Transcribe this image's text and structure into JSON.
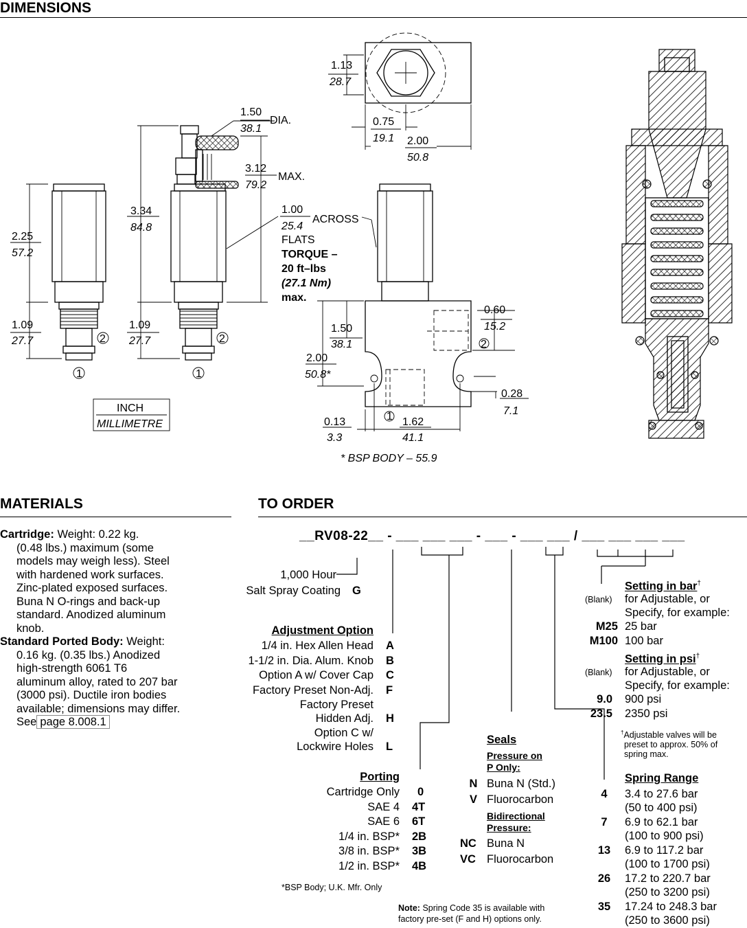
{
  "sections": {
    "dimensions": "DIMENSIONS",
    "materials": "MATERIALS",
    "to_order": "TO ORDER"
  },
  "drawing": {
    "d_113": "1.13",
    "d_287": "28.7",
    "d_150dia": "1.50",
    "d_381dia": "38.1",
    "dia": "DIA.",
    "d_075": "0.75",
    "d_191": "19.1",
    "d_200t": "2.00",
    "d_508t": "50.8",
    "d_312": "3.12",
    "d_792": "79.2",
    "max": "MAX.",
    "d_334": "3.34",
    "d_848": "84.8",
    "d_100": "1.00",
    "d_254": "25.4",
    "across": "ACROSS",
    "flats": "FLATS",
    "torque1": "TORQUE –",
    "torque2": "20 ft–lbs",
    "torque3": "(27.1 Nm)",
    "torque4": "max.",
    "d_225": "2.25",
    "d_572": "57.2",
    "d_109a": "1.09",
    "d_277a": "27.7",
    "d_109b": "1.09",
    "d_277b": "27.7",
    "d_060": "0.60",
    "d_152": "15.2",
    "d_150b": "1.50",
    "d_381b": "38.1",
    "d_200b": "2.00",
    "d_508b": "50.8*",
    "d_028": "0.28",
    "d_71": "7.1",
    "d_013": "0.13",
    "d_33": "3.3",
    "d_162": "1.62",
    "d_411": "41.1",
    "bsp_note": "* BSP BODY – 55.9",
    "port1": "1",
    "port2": "2",
    "unit_inch": "INCH",
    "unit_mm": "MILLIMETRE"
  },
  "materials": {
    "cartridge_label": "Cartridge:",
    "cartridge_lines": [
      "Weight: 0.22 kg.",
      "(0.48 lbs.) maximum (some",
      "models may weigh less). Steel",
      "with hardened work surfaces.",
      "Zinc-plated exposed surfaces.",
      "Buna N O-rings and back-up",
      "standard. Anodized aluminum",
      "knob."
    ],
    "body_label": "Standard Ported Body:",
    "body_lines": [
      "Weight:",
      "0.16 kg. (0.35 lbs.) Anodized",
      "high-strength 6061 T6",
      "aluminum alloy, rated to 207 bar",
      "(3000 psi). Ductile iron bodies",
      "available; dimensions may differ."
    ],
    "see": "See",
    "page_link": "page 8.008.1"
  },
  "order": {
    "model": "__RV08-22__ - ___ ___ ___ - ___ - ___ ___ / ___ ___ ___ ___",
    "salt1": "1,000 Hour",
    "salt2": "Salt Spray Coating",
    "salt_code": "G",
    "adjust_title": "Adjustment Option",
    "adjust": [
      {
        "label": "1/4 in. Hex Allen Head",
        "code": "A"
      },
      {
        "label": "1-1/2 in. Dia. Alum. Knob",
        "code": "B"
      },
      {
        "label": "Option A w/ Cover Cap",
        "code": "C"
      },
      {
        "label": "Factory Preset Non-Adj.",
        "code": "F"
      },
      {
        "label": "Factory Preset",
        "code": ""
      },
      {
        "label": "Hidden Adj.",
        "code": "H"
      },
      {
        "label": "Option C w/",
        "code": ""
      },
      {
        "label": "Lockwire Holes",
        "code": "L"
      }
    ],
    "porting_title": "Porting",
    "porting": [
      {
        "label": "Cartridge Only",
        "code": "0"
      },
      {
        "label": "SAE 4",
        "code": "4T"
      },
      {
        "label": "SAE 6",
        "code": "6T"
      },
      {
        "label": "1/4 in. BSP*",
        "code": "2B"
      },
      {
        "label": "3/8 in. BSP*",
        "code": "3B"
      },
      {
        "label": "1/2 in. BSP*",
        "code": "4B"
      }
    ],
    "bsp_foot": "*BSP Body; U.K. Mfr. Only",
    "seals_title": "Seals",
    "seals_p_title1": "Pressure on",
    "seals_p_title2": "P Only:",
    "seals_p": [
      {
        "code": "N",
        "label": "Buna N (Std.)"
      },
      {
        "code": "V",
        "label": "Fluorocarbon"
      }
    ],
    "seals_b_title1": "Bidirectional",
    "seals_b_title2": "Pressure:",
    "seals_b": [
      {
        "code": "NC",
        "label": "Buna N"
      },
      {
        "code": "VC",
        "label": "Fluorocarbon"
      }
    ],
    "note_label": "Note:",
    "note_text1": "Spring Code 35 is available with",
    "note_text2": "factory pre-set (F and H) options only.",
    "bar_title": "Setting in bar",
    "bar_blank": "(Blank)",
    "bar_adj1": "for Adjustable, or",
    "bar_adj2": "Specify, for example:",
    "bar_ex": [
      {
        "code": "M25",
        "label": "25 bar"
      },
      {
        "code": "M100",
        "label": "100 bar"
      }
    ],
    "psi_title": "Setting in psi",
    "psi_blank": "(Blank)",
    "psi_adj1": "for Adjustable, or",
    "psi_adj2": "Specify, for example:",
    "psi_ex": [
      {
        "code": "9.0",
        "label": "900 psi"
      },
      {
        "code": "23.5",
        "label": "2350 psi"
      }
    ],
    "adj_foot1": "Adjustable valves will be",
    "adj_foot2": "preset to approx. 50% of",
    "adj_foot3": "spring max.",
    "dagger": "†",
    "spring_title": "Spring Range",
    "spring": [
      {
        "code": "4",
        "l1": "3.4 to 27.6 bar",
        "l2": "(50 to 400 psi)"
      },
      {
        "code": "7",
        "l1": "6.9 to 62.1 bar",
        "l2": "(100 to 900 psi)"
      },
      {
        "code": "13",
        "l1": "6.9 to 117.2 bar",
        "l2": "(100 to 1700 psi)"
      },
      {
        "code": "26",
        "l1": "17.2 to 220.7 bar",
        "l2": "(250 to 3200 psi)"
      },
      {
        "code": "35",
        "l1": "17.24 to 248.3 bar",
        "l2": "(250 to 3600 psi)"
      }
    ]
  }
}
